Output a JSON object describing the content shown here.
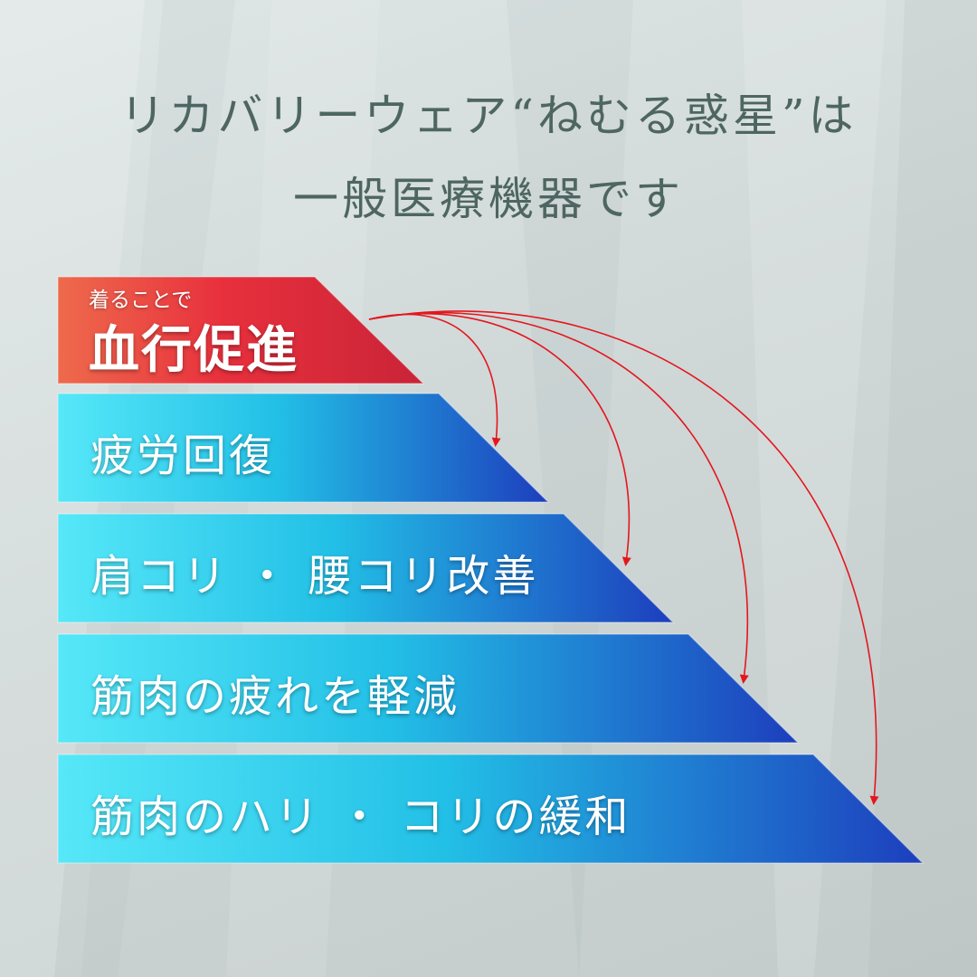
{
  "headline": {
    "line1": "リカバリーウェア“ねむる惑星”は",
    "line2": "一般医療機器です"
  },
  "top_tier": {
    "sublabel": "着ることで",
    "label": "血行促進"
  },
  "tiers": [
    "疲労回復",
    "肩コリ ・ 腰コリ改善",
    "筋肉の疲れを軽減",
    "筋肉のハリ ・ コリの緩和"
  ],
  "colors": {
    "headline": "#4e6661",
    "top_start": "#ee6a4c",
    "top_end": "#cf2437",
    "tier_start": "#52e6f8",
    "tier_mid": "#20b8e4",
    "tier_end": "#1d3fbf",
    "arrow": "#e4161d"
  }
}
